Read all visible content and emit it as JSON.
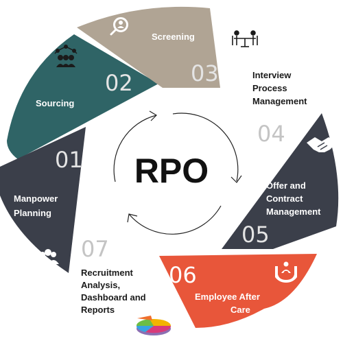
{
  "title": "RPO",
  "colors": {
    "dark": "#3b3f4a",
    "teal": "#2f6466",
    "tan": "#b0a494",
    "orange": "#e8563a",
    "number_on_dark": "#e4e4e4",
    "number_outside": "#c4c4c4"
  },
  "steps": [
    {
      "number": "01",
      "label_lines": [
        "Manpower",
        "Planning"
      ],
      "icon": "people-group-icon"
    },
    {
      "number": "02",
      "label_lines": [
        "Sourcing"
      ],
      "icon": "network-people-icon"
    },
    {
      "number": "03",
      "label_lines": [
        "Screening"
      ],
      "icon": "search-person-icon"
    },
    {
      "number": "04",
      "label_lines": [
        "Interview",
        "Process",
        "Management"
      ],
      "icon": "interview-table-icon"
    },
    {
      "number": "05",
      "label_lines": [
        "Offer and",
        "Contract",
        "Management"
      ],
      "icon": "handshake-icon"
    },
    {
      "number": "06",
      "label_lines": [
        "Employee After",
        "Care"
      ],
      "icon": "care-hands-icon"
    },
    {
      "number": "07",
      "label_lines": [
        "Recruitment",
        "Analysis,",
        "Dashboard and",
        "Reports"
      ],
      "icon": "pie-chart-icon"
    }
  ]
}
